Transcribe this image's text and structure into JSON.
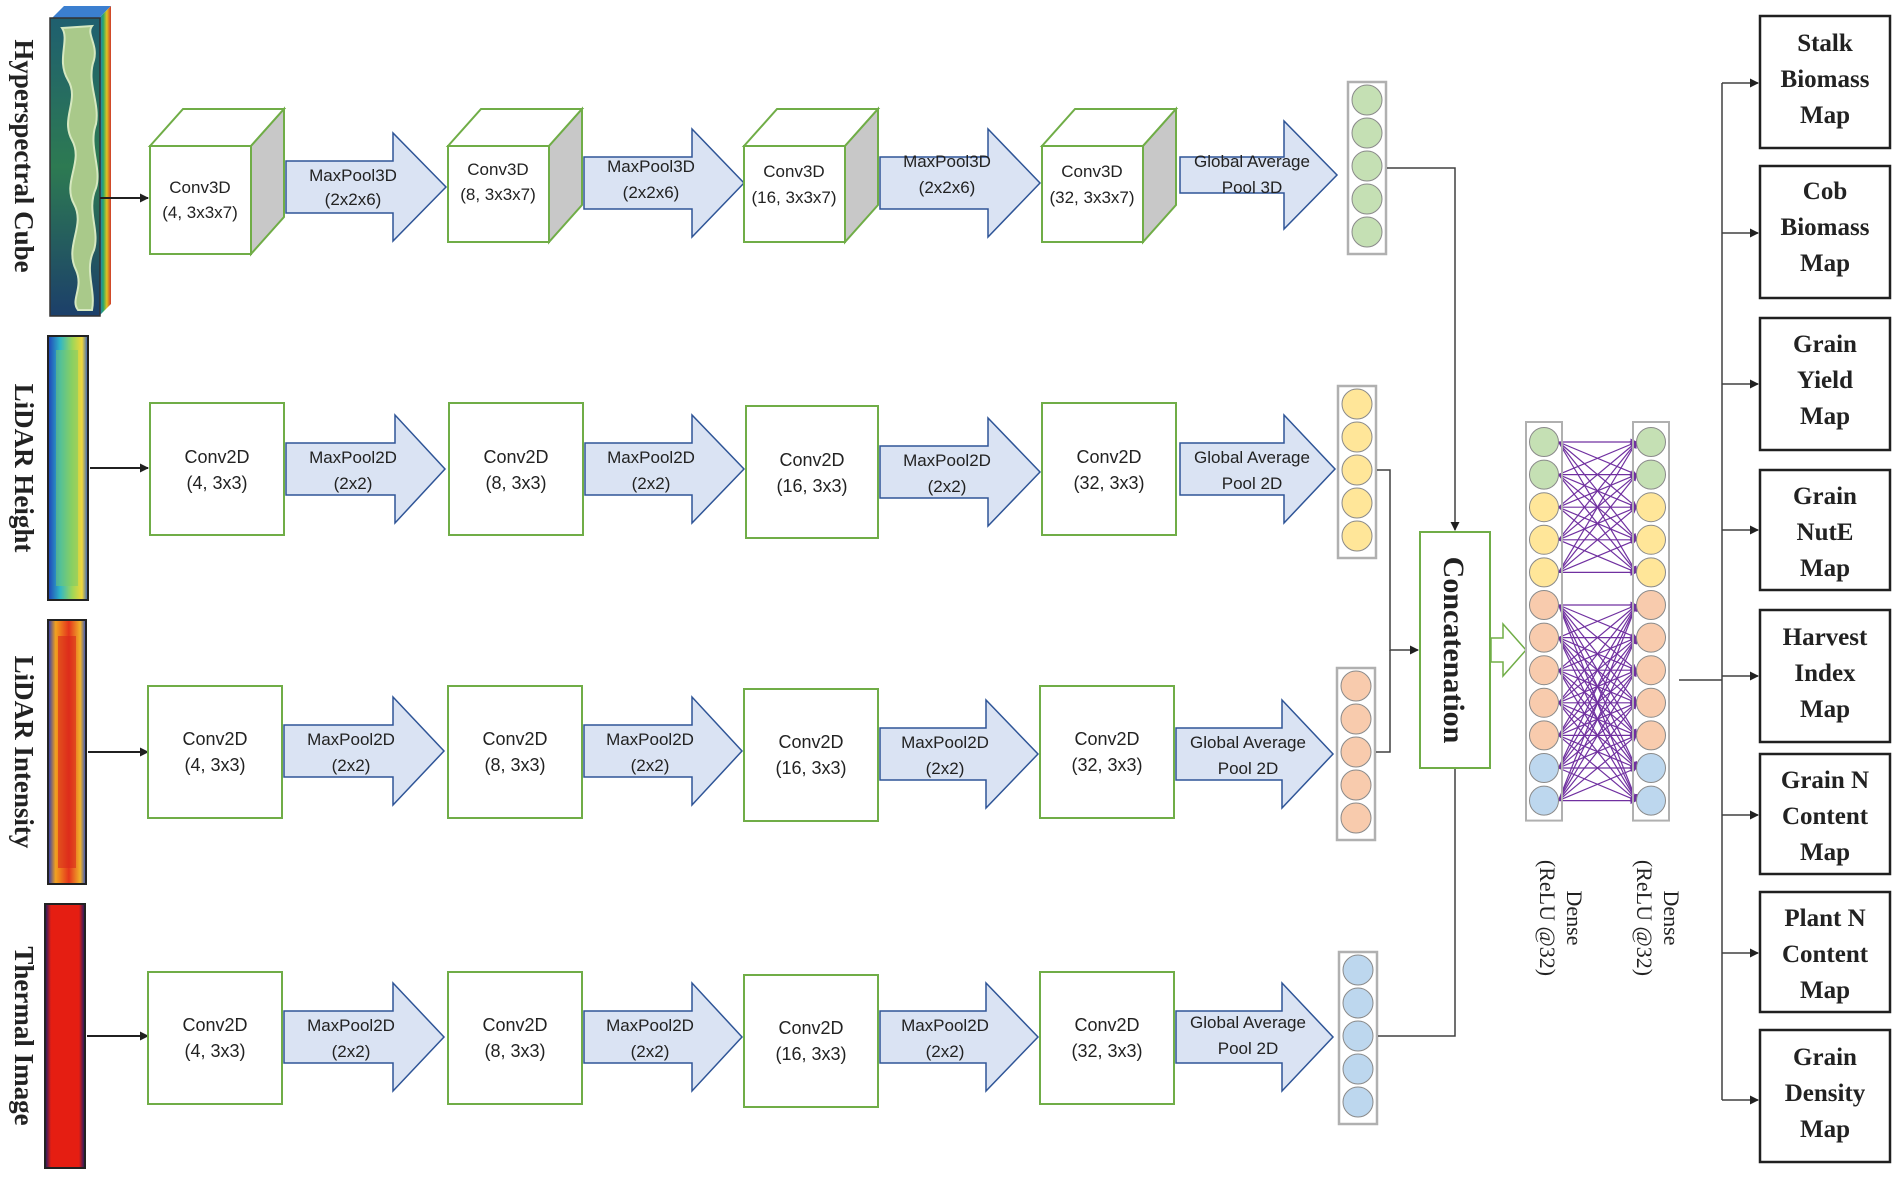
{
  "inputs": [
    {
      "label": "Hyperspectral Cube"
    },
    {
      "label": "LiDAR Height"
    },
    {
      "label": "LiDAR Intensity"
    },
    {
      "label": "Thermal Image"
    }
  ],
  "rows": [
    {
      "kind": "3d",
      "blocks": [
        [
          "Conv3D",
          "(4, 3x3x7)"
        ],
        [
          "Conv3D",
          "(8, 3x3x7)"
        ],
        [
          "Conv3D",
          "(16, 3x3x7)"
        ],
        [
          "Conv3D",
          "(32, 3x3x7)"
        ]
      ],
      "pools": [
        [
          "MaxPool3D",
          "(2x2x6)"
        ],
        [
          "MaxPool3D",
          "(2x2x6)"
        ],
        [
          "MaxPool3D",
          "(2x2x6)"
        ],
        [
          "Global Average",
          "Pool 3D"
        ]
      ],
      "node_color": "#c5e0b4"
    },
    {
      "kind": "2d",
      "blocks": [
        [
          "Conv2D",
          "(4, 3x3)"
        ],
        [
          "Conv2D",
          "(8, 3x3)"
        ],
        [
          "Conv2D",
          "(16, 3x3)"
        ],
        [
          "Conv2D",
          "(32, 3x3)"
        ]
      ],
      "pools": [
        [
          "MaxPool2D",
          "(2x2)"
        ],
        [
          "MaxPool2D",
          "(2x2)"
        ],
        [
          "MaxPool2D",
          "(2x2)"
        ],
        [
          "Global Average",
          "Pool 2D"
        ]
      ],
      "node_color": "#ffe699"
    },
    {
      "kind": "2d",
      "blocks": [
        [
          "Conv2D",
          "(4, 3x3)"
        ],
        [
          "Conv2D",
          "(8, 3x3)"
        ],
        [
          "Conv2D",
          "(16, 3x3)"
        ],
        [
          "Conv2D",
          "(32, 3x3)"
        ]
      ],
      "pools": [
        [
          "MaxPool2D",
          "(2x2)"
        ],
        [
          "MaxPool2D",
          "(2x2)"
        ],
        [
          "MaxPool2D",
          "(2x2)"
        ],
        [
          "Global Average",
          "Pool 2D"
        ]
      ],
      "node_color": "#f8cbad"
    },
    {
      "kind": "2d",
      "blocks": [
        [
          "Conv2D",
          "(4, 3x3)"
        ],
        [
          "Conv2D",
          "(8, 3x3)"
        ],
        [
          "Conv2D",
          "(16, 3x3)"
        ],
        [
          "Conv2D",
          "(32, 3x3)"
        ]
      ],
      "pools": [
        [
          "MaxPool2D",
          "(2x2)"
        ],
        [
          "MaxPool2D",
          "(2x2)"
        ],
        [
          "MaxPool2D",
          "(2x2)"
        ],
        [
          "Global Average",
          "Pool 2D"
        ]
      ],
      "node_color": "#bdd7ee"
    }
  ],
  "concat_label": "Concatenation",
  "dense_layers": [
    [
      "Dense",
      "(ReLU @32)"
    ],
    [
      "Dense",
      "(ReLU @32)"
    ]
  ],
  "dense_colors": [
    "#c5e0b4",
    "#c5e0b4",
    "#ffe699",
    "#ffe699",
    "#ffe699",
    "#f8cbad",
    "#f8cbad",
    "#f8cbad",
    "#f8cbad",
    "#f8cbad",
    "#bdd7ee",
    "#bdd7ee"
  ],
  "outputs": [
    [
      "Stalk",
      "Biomass",
      "Map"
    ],
    [
      "Cob",
      "Biomass",
      "Map"
    ],
    [
      "Grain",
      "Yield",
      "Map"
    ],
    [
      "Grain",
      "NutE",
      "Map"
    ],
    [
      "Harvest",
      "Index",
      "Map"
    ],
    [
      "Grain N",
      "Content",
      "Map"
    ],
    [
      "Plant N",
      "Content",
      "Map"
    ],
    [
      "Grain",
      "Density",
      "Map"
    ]
  ],
  "colors": {
    "conv_border": "#70ad47",
    "arrow_fill": "#dae3f3",
    "arrow_stroke": "#2f5597",
    "connector": "#404040",
    "dense_edge": "#7030a0",
    "cube_side": "#c8c8c8"
  }
}
